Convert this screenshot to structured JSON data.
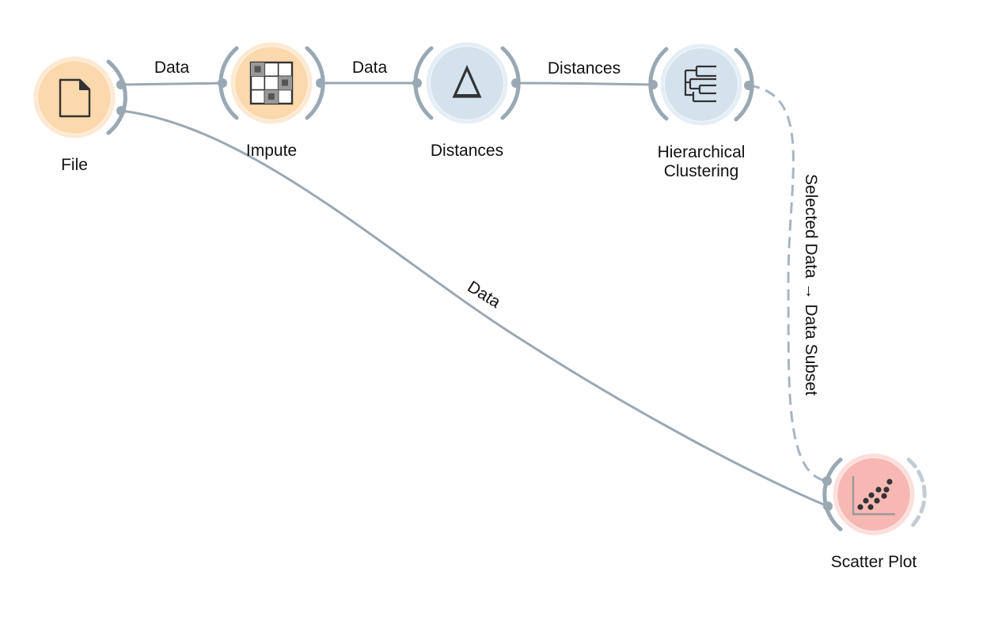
{
  "colors": {
    "link": "#9aa8b4",
    "data_node": "#fcd8ad",
    "data_node_ring": "#fde9d2",
    "unsupervised_node": "#d4e2ee",
    "unsupervised_node_ring": "#e6eef5",
    "visualize_node": "#f7b8b3",
    "visualize_node_ring": "#fcdedb",
    "icon": "#333333"
  },
  "nodes": [
    {
      "id": "file",
      "label": "File",
      "icon": "file-icon",
      "category": "data"
    },
    {
      "id": "impute",
      "label": "Impute",
      "icon": "impute-grid-icon",
      "category": "data"
    },
    {
      "id": "distances",
      "label": "Distances",
      "icon": "delta-icon",
      "category": "unsupervised"
    },
    {
      "id": "hierarchical",
      "label_lines": [
        "Hierarchical",
        "Clustering"
      ],
      "icon": "dendrogram-icon",
      "category": "unsupervised"
    },
    {
      "id": "scatter",
      "label": "Scatter Plot",
      "icon": "scatter-plot-icon",
      "category": "visualize"
    }
  ],
  "links": [
    {
      "id": "file-impute",
      "from": "file",
      "to": "impute",
      "label": "Data",
      "style": "solid"
    },
    {
      "id": "impute-distances",
      "from": "impute",
      "to": "distances",
      "label": "Data",
      "style": "solid"
    },
    {
      "id": "distances-hierarchical",
      "from": "distances",
      "to": "hierarchical",
      "label": "Distances",
      "style": "solid"
    },
    {
      "id": "hierarchical-scatter",
      "from": "hierarchical",
      "to": "scatter",
      "label": "Selected Data → Data Subset",
      "style": "dashed"
    },
    {
      "id": "file-scatter",
      "from": "file",
      "to": "scatter",
      "label": "Data",
      "style": "solid"
    }
  ]
}
